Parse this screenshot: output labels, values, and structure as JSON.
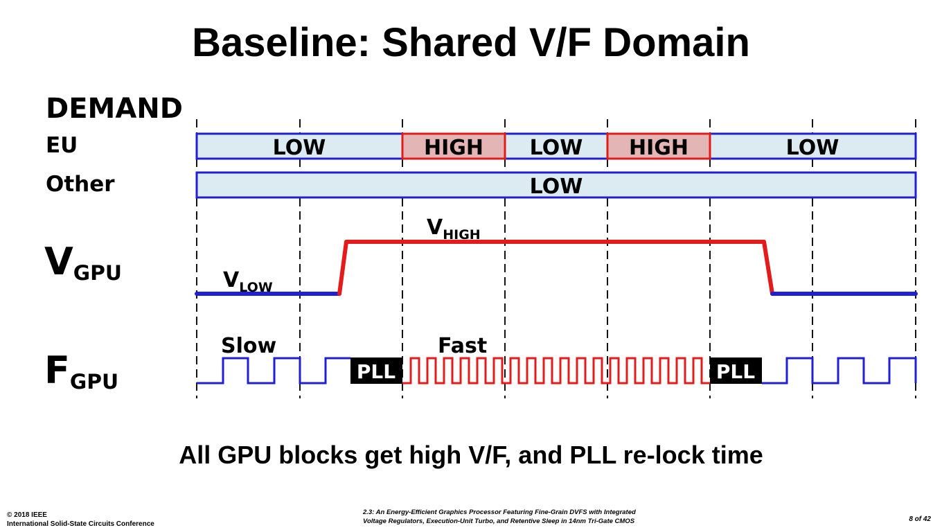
{
  "title": "Baseline: Shared V/F Domain",
  "labels": {
    "demand": "DEMAND",
    "eu": "EU",
    "other": "Other",
    "v_main": "V",
    "v_sub": "GPU",
    "f_main": "F",
    "f_sub": "GPU"
  },
  "eu_segments": [
    {
      "label": "LOW",
      "level": "low"
    },
    {
      "label": "HIGH",
      "level": "high"
    },
    {
      "label": "LOW",
      "level": "low"
    },
    {
      "label": "HIGH",
      "level": "high"
    },
    {
      "label": "LOW",
      "level": "low"
    }
  ],
  "other_segment": {
    "label": "LOW"
  },
  "voltage": {
    "low_main": "V",
    "low_sub": "LOW",
    "high_main": "V",
    "high_sub": "HIGH"
  },
  "frequency": {
    "slow_label": "Slow",
    "fast_label": "Fast",
    "pll_label": "PLL"
  },
  "caption": "All GPU blocks get high V/F, and PLL re-lock time",
  "footer": {
    "left_line1": "© 2018 IEEE",
    "left_line2": "International Solid-State Circuits Conference",
    "mid_line1": "2.3: An Energy-Efficient Graphics Processor Featuring Fine-Grain DVFS with Integrated",
    "mid_line2": "Voltage Regulators, Execution-Unit Turbo, and Retentive Sleep in 14nm Tri-Gate CMOS",
    "page": "8 of 42"
  },
  "colors": {
    "low_fill": "#dcebf2",
    "low_stroke": "#1f1fd6",
    "high_fill": "#e3b5b5",
    "high_stroke": "#e31b1b",
    "signal_low": "#1f1fd6",
    "signal_high": "#e31b1b"
  }
}
